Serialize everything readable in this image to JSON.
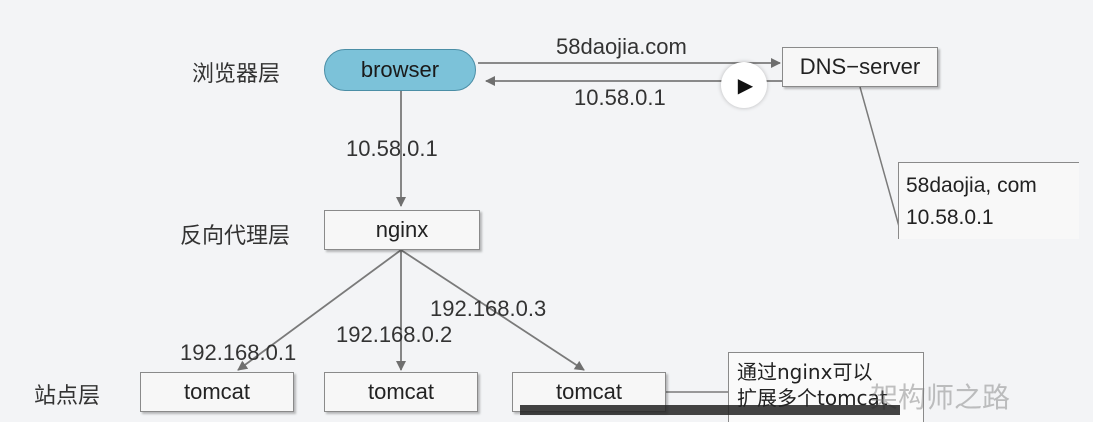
{
  "layers": {
    "browser_layer": "浏览器层",
    "proxy_layer": "反向代理层",
    "site_layer": "站点层"
  },
  "nodes": {
    "browser": "browser",
    "dns_server": "DNS−server",
    "nginx": "nginx",
    "tomcat_1": "tomcat",
    "tomcat_2": "tomcat",
    "tomcat_3": "tomcat"
  },
  "edges": {
    "browser_to_dns": "58daojia.com",
    "dns_to_browser": "10.58.0.1",
    "browser_to_nginx": "10.58.0.1",
    "nginx_to_tomcat_1": "192.168.0.1",
    "nginx_to_tomcat_2": "192.168.0.2",
    "nginx_to_tomcat_3": "192.168.0.3"
  },
  "dns_record": {
    "domain": "58daojia, com",
    "ip": "10.58.0.1"
  },
  "note": {
    "line1": "通过nginx可以",
    "line2": "扩展多个tomcat"
  },
  "video": {
    "play_glyph": "▶"
  },
  "watermark": "架构师之路",
  "colors": {
    "browser_fill": "#7cc2d9",
    "line": "#7a7a7a"
  }
}
